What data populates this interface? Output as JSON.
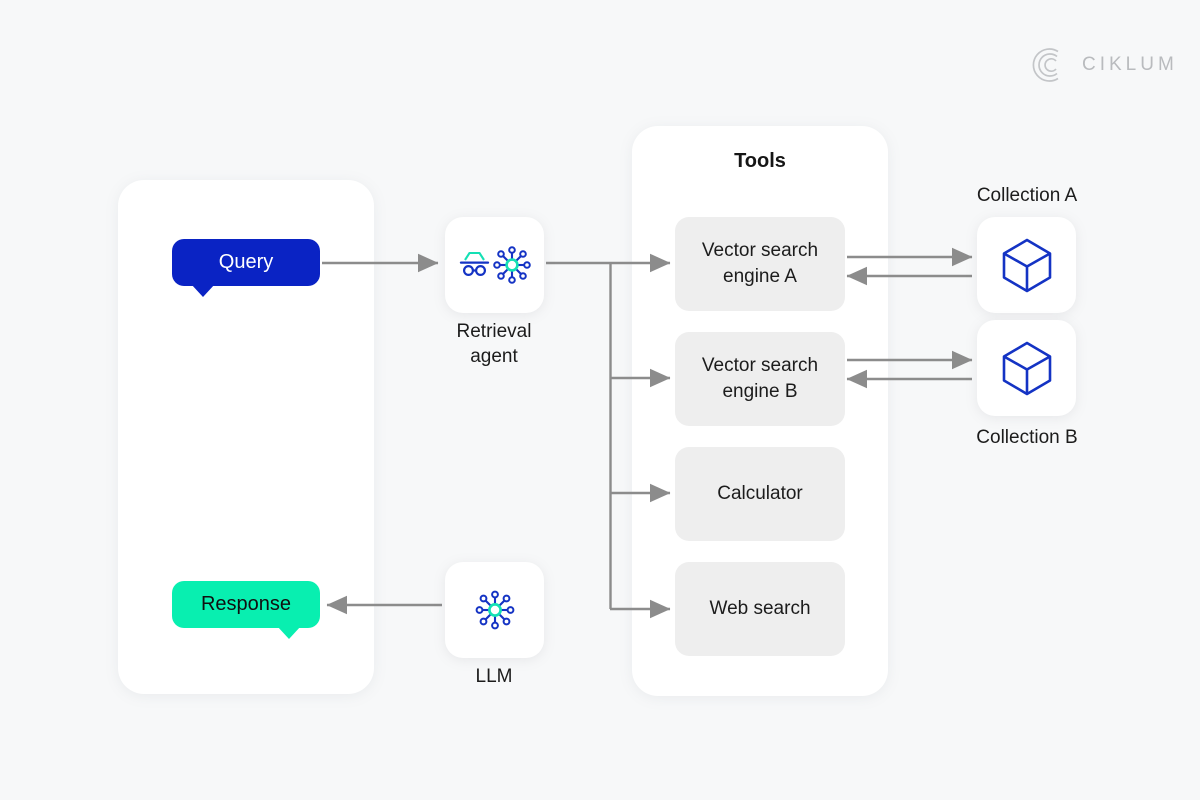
{
  "brand": {
    "name": "CIKLUM",
    "logo_icon": "ciklum-concentric-arcs-logo"
  },
  "colors": {
    "background": "#f7f8f9",
    "panel": "#ffffff",
    "query_bubble": "#0a23c4",
    "response_bubble": "#08efb0",
    "tool_card": "#eeeeee",
    "connector": "#8c8c8c",
    "icon_blue": "#1433c4",
    "icon_green": "#14e0b4",
    "text": "#1c1c1c",
    "brand_gray": "#b9bbbe"
  },
  "session_panel": {
    "query": {
      "label": "Query",
      "icon": "chat-bubble"
    },
    "response": {
      "label": "Response",
      "icon": "chat-bubble"
    }
  },
  "agent": {
    "label": "Retrieval agent",
    "label_line1": "Retrieval",
    "label_line2": "agent",
    "icons": [
      "detective-hat-glasses-icon",
      "network-hub-icon"
    ]
  },
  "llm": {
    "label": "LLM",
    "icon": "network-hub-icon"
  },
  "tools_panel": {
    "title": "Tools",
    "items": [
      {
        "label": "Vector search engine A",
        "line1": "Vector search",
        "line2": "engine A"
      },
      {
        "label": "Vector search engine B",
        "line1": "Vector search",
        "line2": "engine B"
      },
      {
        "label": "Calculator",
        "line1": "Calculator",
        "line2": ""
      },
      {
        "label": "Web search",
        "line1": "Web search",
        "line2": ""
      }
    ]
  },
  "collections": [
    {
      "label": "Collection A",
      "icon": "cube-icon"
    },
    {
      "label": "Collection B",
      "icon": "cube-icon"
    }
  ],
  "connectors": [
    {
      "from": "Query",
      "to": "Retrieval agent",
      "direction": "right"
    },
    {
      "from": "Retrieval agent",
      "to": "Tools trunk",
      "direction": "right"
    },
    {
      "from": "Tools trunk",
      "to": "Vector search engine A",
      "direction": "right"
    },
    {
      "from": "Tools trunk",
      "to": "Vector search engine B",
      "direction": "right"
    },
    {
      "from": "Tools trunk",
      "to": "Calculator",
      "direction": "right"
    },
    {
      "from": "Tools trunk",
      "to": "Web search",
      "direction": "right"
    },
    {
      "from": "Vector search engine A",
      "to": "Collection A",
      "direction": "bidirectional"
    },
    {
      "from": "Vector search engine B",
      "to": "Collection B",
      "direction": "bidirectional"
    },
    {
      "from": "LLM",
      "to": "Response",
      "direction": "left"
    }
  ]
}
